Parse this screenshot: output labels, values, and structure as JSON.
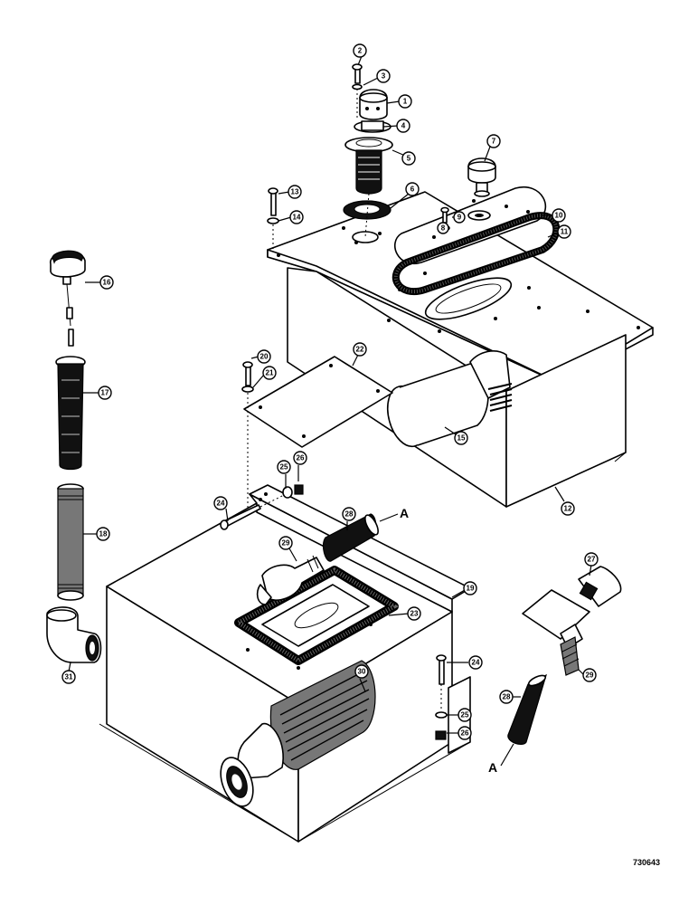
{
  "document": {
    "reference_number": "730643",
    "connection_letter": "A"
  },
  "callouts": [
    "1",
    "2",
    "3",
    "4",
    "5",
    "6",
    "7",
    "8",
    "9",
    "10",
    "11",
    "12",
    "13",
    "14",
    "15",
    "16",
    "17",
    "18",
    "19",
    "20",
    "21",
    "22",
    "23",
    "24",
    "25",
    "26",
    "27",
    "28",
    "29",
    "30",
    "31"
  ]
}
